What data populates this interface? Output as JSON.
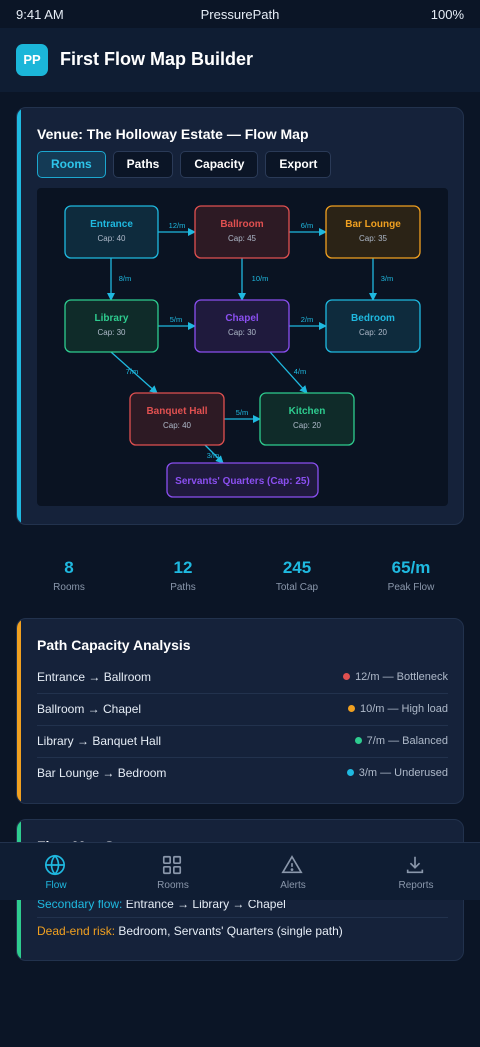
{
  "status_bar": {
    "time": "9:41 AM",
    "app_name": "PressurePath",
    "battery": "100%"
  },
  "header": {
    "logo": "PP",
    "title": "First Flow Map Builder"
  },
  "map": {
    "title": "Venue: The Holloway Estate — Flow Map",
    "tabs": [
      {
        "label": "Rooms",
        "active": true
      },
      {
        "label": "Paths",
        "active": false
      },
      {
        "label": "Capacity",
        "active": false
      },
      {
        "label": "Export",
        "active": false
      }
    ],
    "rooms": [
      {
        "id": "entrance",
        "name": "Entrance",
        "cap": "Cap: 40",
        "color": "#1fb9e0",
        "fill": "#0e2b3d"
      },
      {
        "id": "ballroom",
        "name": "Ballroom",
        "cap": "Cap: 45",
        "color": "#e05050",
        "fill": "#2d1a24"
      },
      {
        "id": "barlounge",
        "name": "Bar Lounge",
        "cap": "Cap: 35",
        "color": "#f0a020",
        "fill": "#2b2316"
      },
      {
        "id": "library",
        "name": "Library",
        "cap": "Cap: 30",
        "color": "#2ecc8f",
        "fill": "#0f2b29"
      },
      {
        "id": "chapel",
        "name": "Chapel",
        "cap": "Cap: 30",
        "color": "#8a4ff0",
        "fill": "#1f1a3d"
      },
      {
        "id": "bedroom",
        "name": "Bedroom",
        "cap": "Cap: 20",
        "color": "#1fb9e0",
        "fill": "#0e2b3d"
      },
      {
        "id": "banquet",
        "name": "Banquet Hall",
        "cap": "Cap: 40",
        "color": "#e05050",
        "fill": "#2d1a24"
      },
      {
        "id": "kitchen",
        "name": "Kitchen",
        "cap": "Cap: 20",
        "color": "#2ecc8f",
        "fill": "#0f2b29"
      },
      {
        "id": "servants",
        "name": "Servants' Quarters (Cap: 25)",
        "cap": "",
        "color": "#8a4ff0",
        "fill": "#1f1a3d"
      }
    ],
    "paths": [
      {
        "from": "entrance",
        "to": "ballroom",
        "label": "12/m"
      },
      {
        "from": "ballroom",
        "to": "barlounge",
        "label": "6/m"
      },
      {
        "from": "entrance",
        "to": "library",
        "label": "8/m"
      },
      {
        "from": "ballroom",
        "to": "chapel",
        "label": "10/m"
      },
      {
        "from": "barlounge",
        "to": "bedroom",
        "label": "3/m"
      },
      {
        "from": "library",
        "to": "chapel",
        "label": "5/m"
      },
      {
        "from": "chapel",
        "to": "bedroom",
        "label": "2/m"
      },
      {
        "from": "library",
        "to": "banquet",
        "label": "7/m"
      },
      {
        "from": "chapel",
        "to": "kitchen",
        "label": "4/m"
      },
      {
        "from": "banquet",
        "to": "kitchen",
        "label": "5/m"
      },
      {
        "from": "banquet",
        "to": "servants",
        "label": "3/m"
      }
    ]
  },
  "stats": [
    {
      "value": "8",
      "label": "Rooms"
    },
    {
      "value": "12",
      "label": "Paths"
    },
    {
      "value": "245",
      "label": "Total Cap"
    },
    {
      "value": "65/m",
      "label": "Peak Flow"
    }
  ],
  "analysis": {
    "title": "Path Capacity Analysis",
    "accent": "#f0a020",
    "rows": [
      {
        "route": "Entrance → Ballroom",
        "status": "12/m — Bottleneck",
        "color": "#e05050"
      },
      {
        "route": "Ballroom → Chapel",
        "status": "10/m — High load",
        "color": "#f0a020"
      },
      {
        "route": "Library → Banquet Hall",
        "status": "7/m — Balanced",
        "color": "#2ecc8f"
      },
      {
        "route": "Bar Lounge → Bedroom",
        "status": "3/m — Underused",
        "color": "#1fb9e0"
      }
    ]
  },
  "summary": {
    "title": "Flow Map Summary",
    "accent": "#2ecc8f",
    "lines": [
      {
        "key": "Secondary flow:",
        "text": " Entrance → Library → Chapel",
        "color": "#1fb9e0"
      },
      {
        "key": "Dead-end risk:",
        "text": " Bedroom, Servants' Quarters (single path)",
        "color": "#f0a020"
      }
    ]
  },
  "nav": [
    {
      "label": "Flow",
      "icon": "globe-icon",
      "active": true
    },
    {
      "label": "Rooms",
      "icon": "grid-icon",
      "active": false
    },
    {
      "label": "Alerts",
      "icon": "warning-icon",
      "active": false
    },
    {
      "label": "Reports",
      "icon": "download-icon",
      "active": false
    }
  ],
  "colors": {
    "accent": "#1fb9e0",
    "background": "#0b1526",
    "card": "#15223a"
  }
}
